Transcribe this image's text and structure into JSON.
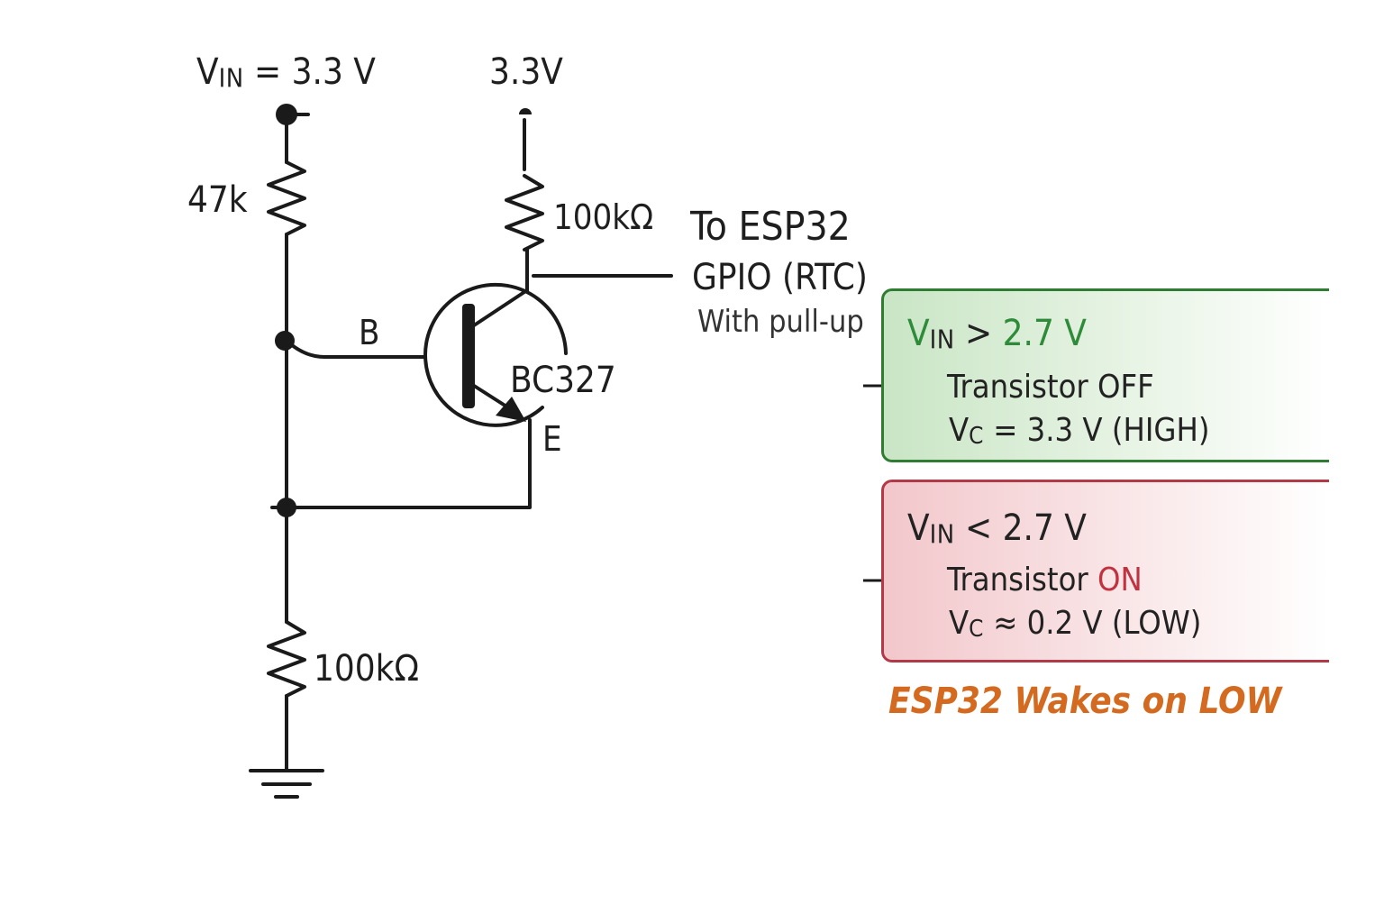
{
  "diagram": {
    "title": "BC327 low-voltage wake circuit",
    "supply_left": {
      "prefix": "V",
      "sub": "IN",
      "value": " = 3.3 V"
    },
    "supply_right": "3.3V",
    "resistors": {
      "r_top_left": "47k",
      "r_collector": "100kΩ",
      "r_bottom": "100kΩ"
    },
    "transistor": {
      "part": "BC327",
      "base_label": "B",
      "emitter_label": "E"
    },
    "output": {
      "line1": "To ESP32",
      "line2": "GPIO (RTC)",
      "line3": "With pull-up"
    },
    "conditions": [
      {
        "prefix": "V",
        "sub": "IN",
        "op": " > ",
        "threshold": "2.7 V",
        "state_prefix": "Transistor ",
        "state": "OFF",
        "vc_prefix": "V",
        "vc_sub": "C",
        "vc_value": " = 3.3 V (HIGH)",
        "color": "#2e7d32"
      },
      {
        "prefix": "V",
        "sub": "IN",
        "op": " < ",
        "threshold": "2.7 V",
        "state_prefix": "Transistor ",
        "state": "ON",
        "vc_prefix": "V",
        "vc_sub": "C",
        "vc_value": " ≈ 0.2 V (LOW)",
        "color": "#b23a48"
      }
    ],
    "footer": "ESP32 Wakes on LOW",
    "footer_color": "#d46a1f"
  }
}
